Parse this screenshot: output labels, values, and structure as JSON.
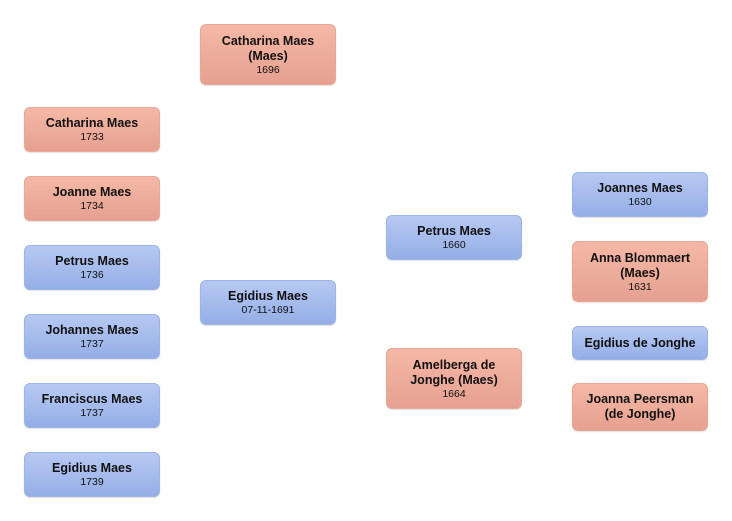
{
  "people": {
    "catharina_1696": {
      "name": "Catharina Maes (Maes)",
      "date": "1696"
    },
    "catharina_1733": {
      "name": "Catharina Maes",
      "date": "1733"
    },
    "joanne_1734": {
      "name": "Joanne Maes",
      "date": "1734"
    },
    "petrus_1736": {
      "name": "Petrus Maes",
      "date": "1736"
    },
    "johannes_1737": {
      "name": "Johannes Maes",
      "date": "1737"
    },
    "franciscus_1737": {
      "name": "Franciscus Maes",
      "date": "1737"
    },
    "egidius_1739": {
      "name": "Egidius Maes",
      "date": "1739"
    },
    "egidius_1691": {
      "name": "Egidius Maes",
      "date": "07-11-1691"
    },
    "petrus_1660": {
      "name": "Petrus Maes",
      "date": "1660"
    },
    "amelberga_1664": {
      "name": "Amelberga de Jonghe (Maes)",
      "date": "1664"
    },
    "joannes_1630": {
      "name": "Joannes Maes",
      "date": "1630"
    },
    "anna_1631": {
      "name": "Anna Blommaert (Maes)",
      "date": "1631"
    },
    "egidius_dejonghe": {
      "name": "Egidius de Jonghe"
    },
    "joanna_peersman": {
      "name": "Joanna Peersman (de Jonghe)"
    }
  },
  "colors": {
    "female": "#f0ad9b",
    "male": "#a8bdef"
  }
}
